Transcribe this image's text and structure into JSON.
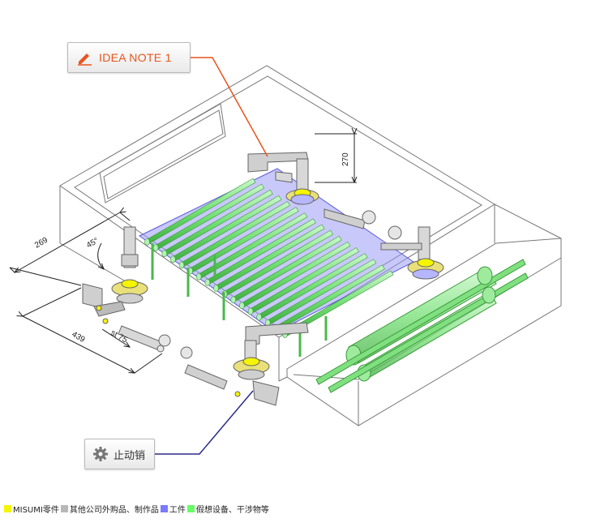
{
  "callouts": {
    "idea_note": "IDEA NOTE 1",
    "stop_pin": "止动销"
  },
  "dimensions": {
    "height": "270",
    "d269": "269",
    "angle": "45°",
    "d439": "439",
    "stroke": "st 75"
  },
  "legend": [
    {
      "label": "MISUMI零件",
      "color": "#f5f500"
    },
    {
      "label": "其他公司外购品、制作品",
      "color": "#b8b8b8"
    },
    {
      "label": "工件",
      "color": "#7a7aff"
    },
    {
      "label": "假想设备、干涉物等",
      "color": "#66ff66"
    }
  ],
  "colors": {
    "idea_leader": "#e8541c",
    "stop_leader": "#2b2b8c",
    "workpiece": "#8f8ff5",
    "virtual": "#7ee87e",
    "misumi": "#f5f500"
  }
}
